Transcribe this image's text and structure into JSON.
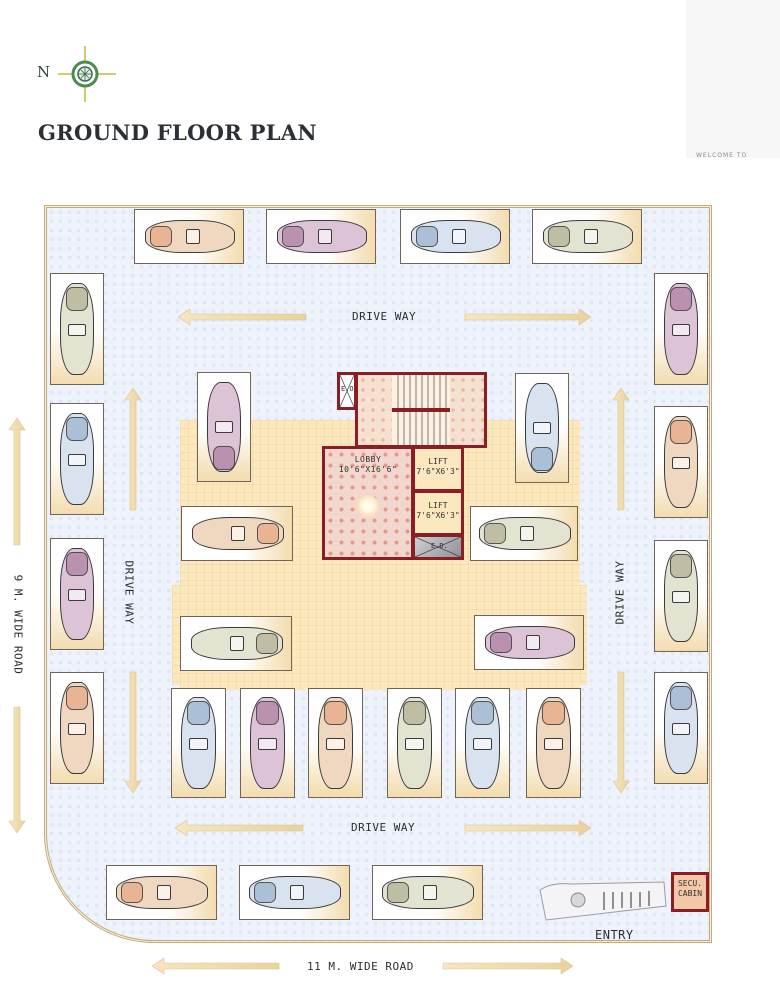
{
  "header": {
    "title": "GROUND FLOOR PLAN",
    "compass_label": "N",
    "corner_text": "WELCOME TO"
  },
  "labels": {
    "drive_way_top": "DRIVE WAY",
    "drive_way_bottom": "DRIVE WAY",
    "drive_way_left": "DRIVE WAY",
    "drive_way_right": "DRIVE WAY",
    "left_road": "9 M. WIDE ROAD",
    "bottom_road": "11 M. WIDE ROAD",
    "entry": "ENTRY",
    "security_cabin": "SECU. CABIN"
  },
  "core": {
    "lobby_name": "LOBBY",
    "lobby_size": "10'6\"X16'6\"",
    "lift1_name": "LIFT",
    "lift1_size": "7'6\"X6'3\"",
    "lift2_name": "LIFT",
    "lift2_size": "7'6\"X6'3\"",
    "eo_label": "E.O.",
    "ed_label": "E.D."
  },
  "colors": {
    "wall": "#8b1e24",
    "platform": "#fbe8bf",
    "paving": "#eef2fb",
    "arrow": "#f1dca8",
    "car_peach": "#f0c8a8",
    "car_mauve": "#c7a3c0",
    "car_blue": "#b9cfe3",
    "car_sage": "#cfd0b4"
  },
  "parking": {
    "top_row": [
      "peach",
      "mauve",
      "blue",
      "sage"
    ],
    "left_column": [
      "sage",
      "blue",
      "mauve",
      "peach"
    ],
    "right_column": [
      "mauve",
      "peach",
      "sage",
      "blue"
    ],
    "inner_left": [
      "mauve",
      "peach",
      "sage"
    ],
    "inner_right": [
      "blue",
      "sage",
      "mauve"
    ],
    "middle_row": [
      "blue",
      "mauve",
      "peach",
      "sage",
      "blue",
      "peach"
    ],
    "bottom_row": [
      "peach",
      "blue",
      "sage"
    ],
    "total_spaces": 27
  }
}
